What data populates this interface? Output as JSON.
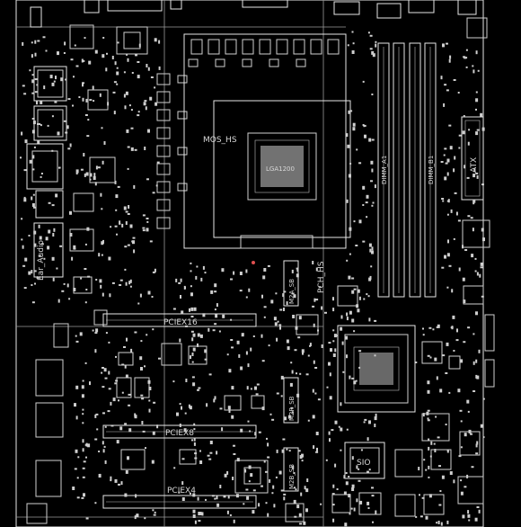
{
  "labels": {
    "mos_hs": "MOS_HS",
    "cpu_socket": "LGA1200",
    "dimm_a1": "DIMM_A1",
    "dimm_b1": "DIMM_B1",
    "atx": "ATX",
    "pch_hs": "PCH_HS",
    "ear_audio": "Ear_Audio",
    "pciex16": "PCIEX16",
    "pciex8": "PCIEX8",
    "pciex4": "PCIEX4",
    "sio": "SIO",
    "m2a": "M2A_SB",
    "m2b": "M2P_SB",
    "m2c": "M2B_SB"
  },
  "colors": {
    "background": "#000000",
    "trace": "#e6e6e6",
    "guide": "#9a9a9a",
    "accent": "#e05050"
  }
}
